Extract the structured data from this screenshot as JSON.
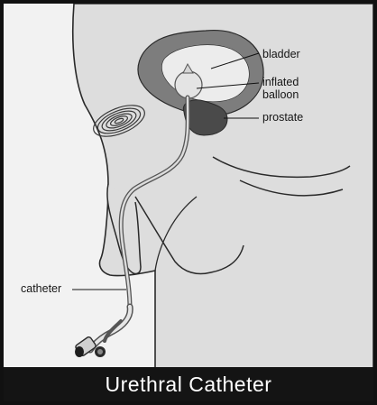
{
  "labels": {
    "bladder": "bladder",
    "balloon": "inflated balloon",
    "prostate": "prostate",
    "catheter": "catheter"
  },
  "caption": "Urethral Catheter",
  "colors": {
    "body_fill": "#dddddd",
    "outline": "#2a2a2a",
    "bladder_fill": "#7d7d7d",
    "prostate_fill": "#4a4a4a",
    "caption_bg": "#141414",
    "caption_text": "#ffffff"
  },
  "icons": [
    "coiled-catheter-icon",
    "catheter-connector-icon"
  ]
}
